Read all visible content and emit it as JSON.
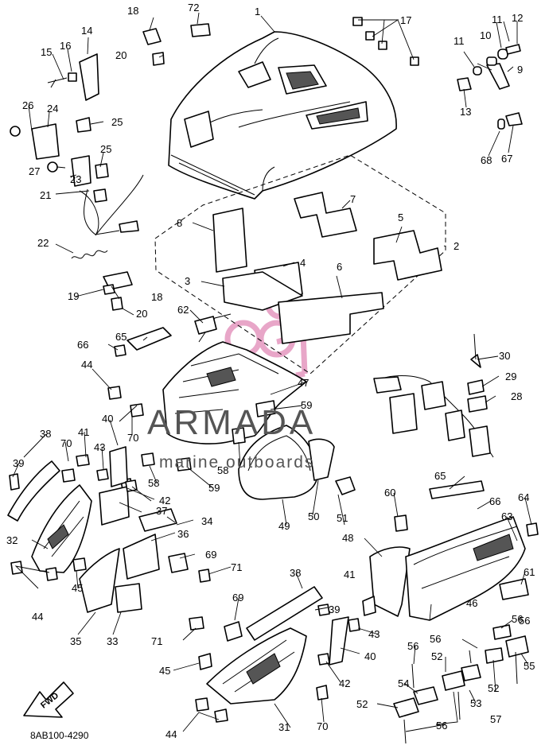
{
  "diagram": {
    "diagram_code": "8AB100-4290",
    "forward_marker": "FWD",
    "watermark": {
      "brand": "ARMADA",
      "tagline": "marine outboards",
      "accent_color": "#e8a6c8"
    },
    "callouts": [
      "1",
      "2",
      "3",
      "4",
      "5",
      "6",
      "7",
      "8",
      "9",
      "10",
      "11",
      "11",
      "12",
      "13",
      "14",
      "15",
      "16",
      "17",
      "18",
      "18",
      "19",
      "20",
      "20",
      "21",
      "22",
      "23",
      "24",
      "25",
      "25",
      "26",
      "27",
      "28",
      "29",
      "30",
      "31",
      "32",
      "33",
      "34",
      "35",
      "36",
      "37",
      "38",
      "38",
      "39",
      "39",
      "40",
      "40",
      "41",
      "41",
      "42",
      "42",
      "43",
      "43",
      "44",
      "44",
      "44",
      "45",
      "45",
      "46",
      "47",
      "48",
      "49",
      "50",
      "51",
      "52",
      "52",
      "52",
      "53",
      "54",
      "55",
      "56",
      "56",
      "56",
      "56",
      "56",
      "57",
      "58",
      "58",
      "59",
      "59",
      "60",
      "61",
      "62",
      "63",
      "64",
      "65",
      "65",
      "66",
      "66",
      "67",
      "68",
      "69",
      "69",
      "70",
      "70",
      "70",
      "71",
      "71",
      "72"
    ]
  }
}
